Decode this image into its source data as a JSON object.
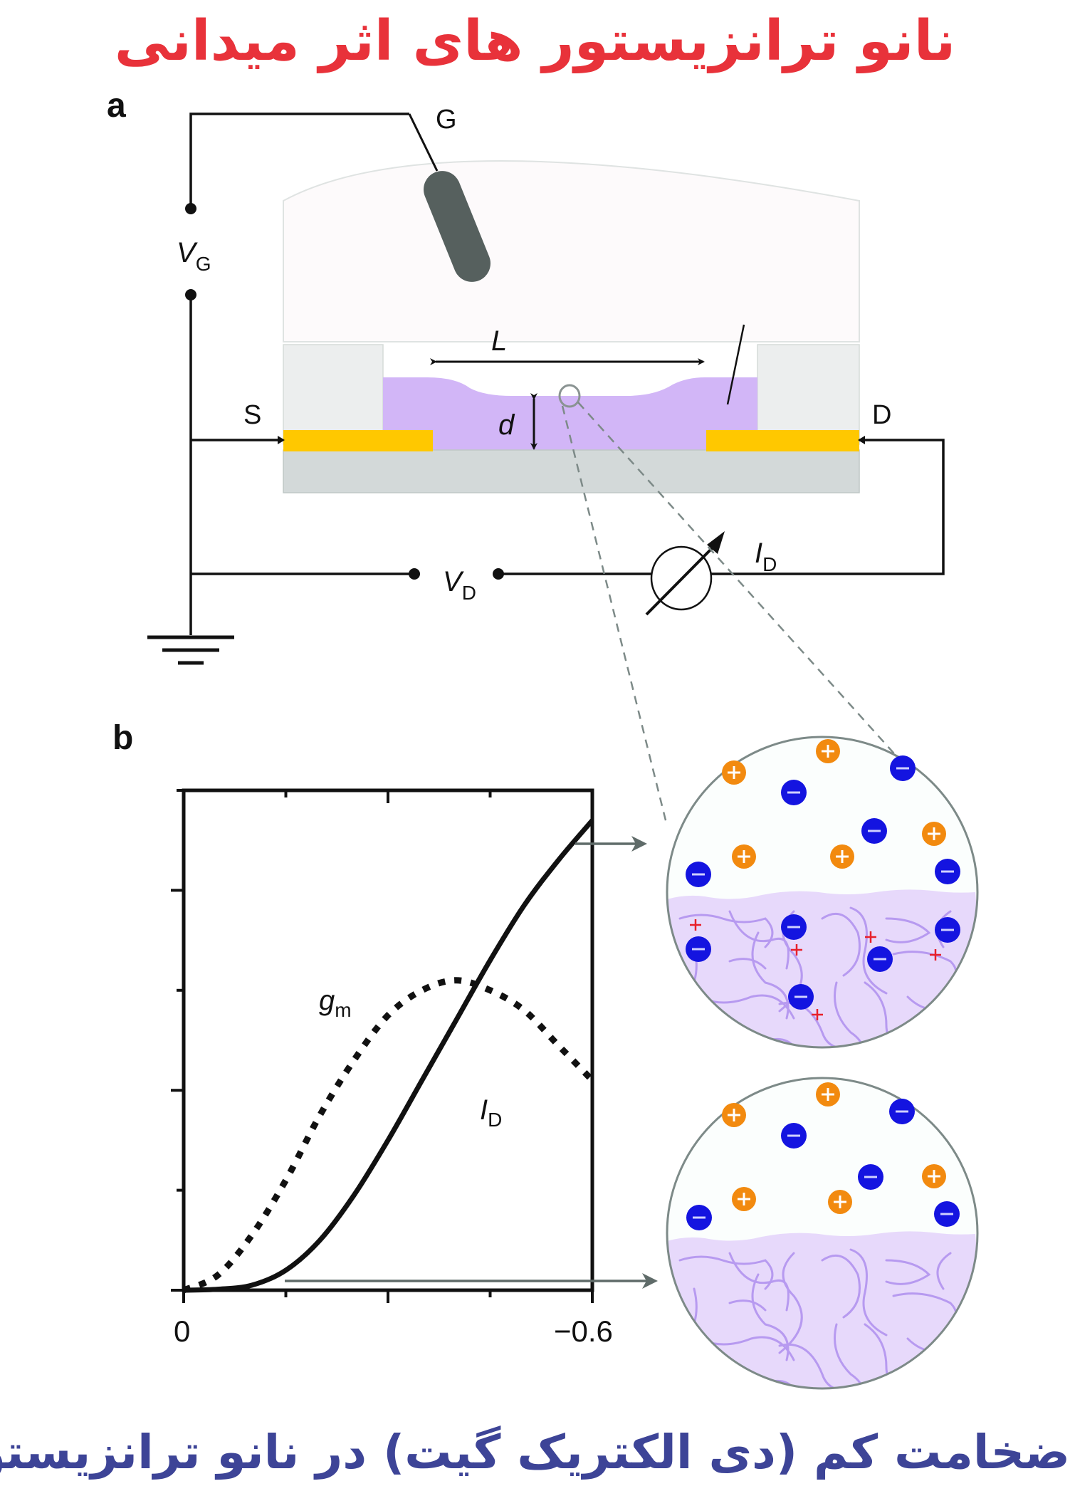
{
  "title_top": "نانو ترانزیستور های اثر میدانی",
  "title_bottom": "ضخامت کم (دی الکتریک گیت) در نانو ترانزیستور",
  "colors": {
    "title_top": "#e8323a",
    "title_bottom": "#3d4497",
    "electrolyte": "#d2b6f7",
    "electrode": "#ffc800",
    "substrate": "#d3d9d9",
    "gate": "#56605e",
    "cation": "#f28a0f",
    "anion": "#1414e0",
    "hole": "#e8202a"
  },
  "panel_a": {
    "label": "a",
    "gate_label": "G",
    "vg_label": "V",
    "vg_sub": "G",
    "source_label": "S",
    "drain_label": "D",
    "length_label": "L",
    "thickness_label": "d",
    "vd_label": "V",
    "vd_sub": "D",
    "id_label": "I",
    "id_sub": "D"
  },
  "panel_b": {
    "label": "b",
    "gm_label": "g",
    "gm_sub": "m",
    "id_label": "I",
    "id_sub": "D",
    "x_tick_start": "0",
    "x_tick_end": "−0.6"
  },
  "chart_data": {
    "type": "line",
    "title": "",
    "xlabel": "",
    "ylabel": "",
    "xlim": [
      0,
      -0.6
    ],
    "ylim": [
      0,
      1
    ],
    "x_ticks": [
      "0",
      "−0.6"
    ],
    "grid": false,
    "series": [
      {
        "name": "I_D",
        "style": "solid",
        "x": [
          0,
          -0.05,
          -0.1,
          -0.15,
          -0.2,
          -0.25,
          -0.3,
          -0.35,
          -0.4,
          -0.45,
          -0.5,
          -0.55,
          -0.6
        ],
        "values": [
          0,
          0.002,
          0.01,
          0.04,
          0.1,
          0.19,
          0.3,
          0.42,
          0.54,
          0.66,
          0.77,
          0.86,
          0.94
        ]
      },
      {
        "name": "g_m",
        "style": "dotted",
        "x": [
          0,
          -0.05,
          -0.1,
          -0.15,
          -0.2,
          -0.25,
          -0.3,
          -0.35,
          -0.4,
          -0.45,
          -0.5,
          -0.55,
          -0.6
        ],
        "values": [
          0,
          0.03,
          0.11,
          0.22,
          0.35,
          0.46,
          0.55,
          0.6,
          0.62,
          0.6,
          0.56,
          0.49,
          0.42
        ]
      }
    ],
    "annotations": [
      "g_m",
      "I_D"
    ]
  },
  "insets": [
    {
      "name": "inset-high-vg",
      "description": "ions penetrating polymer"
    },
    {
      "name": "inset-low-vg",
      "description": "no ion penetration"
    }
  ]
}
